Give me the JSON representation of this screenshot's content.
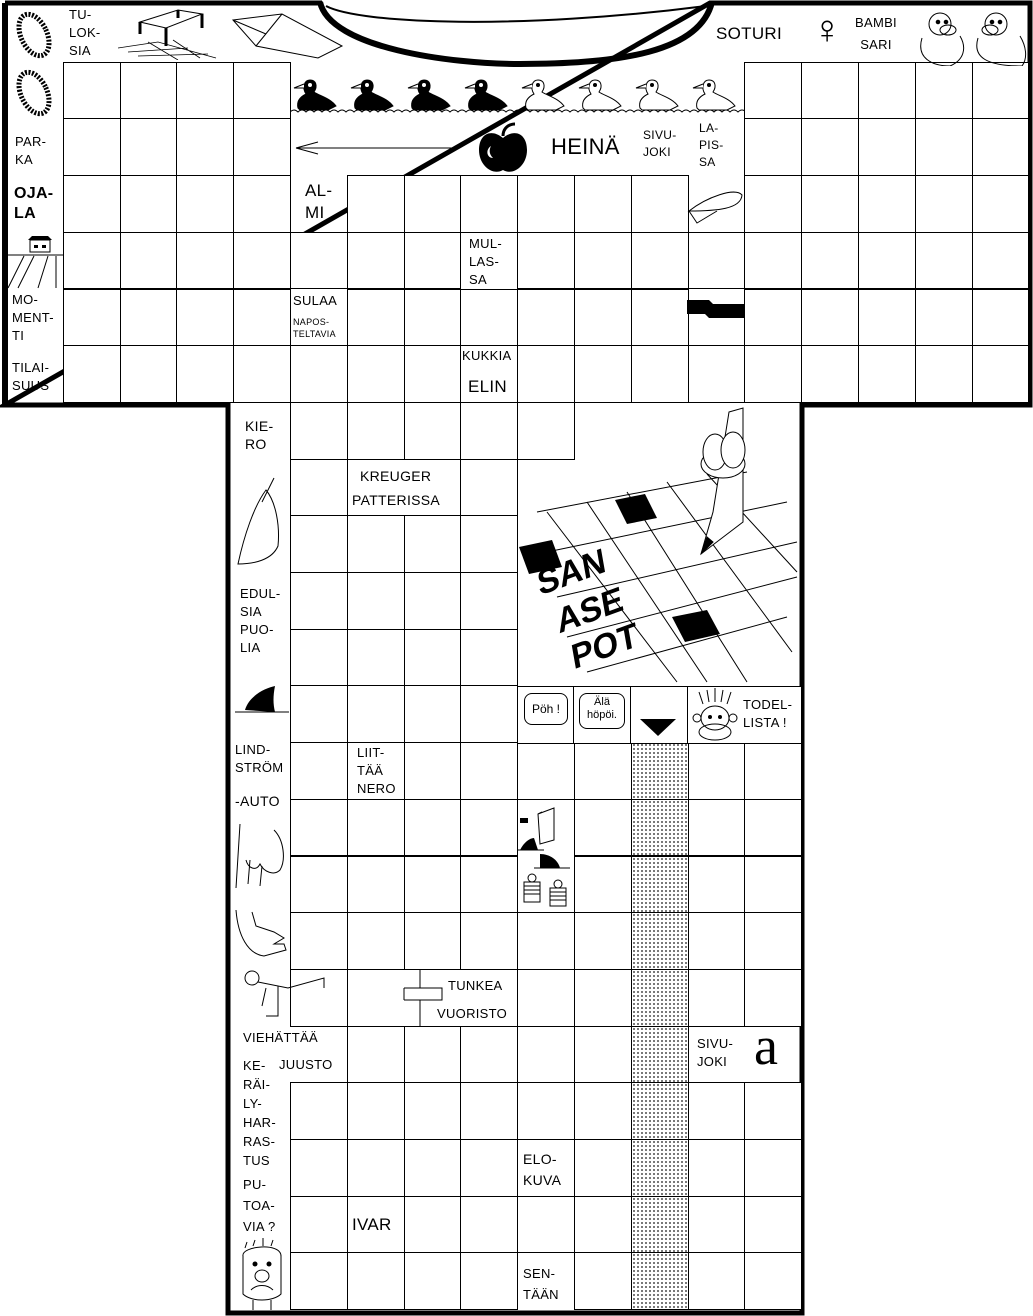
{
  "logo": {
    "name": "SANASEPOT",
    "rows": [
      "SAN",
      "ASE",
      "POT"
    ]
  },
  "clues": {
    "tuloksia": "TU-\nLOK-\nSIA",
    "parka": "PAR-\nKA",
    "ojala": "OJA-\nLA",
    "momentti": "MO-\nMENT-\nTI",
    "tilaisuus": "TILAI-\nSUUS",
    "soturi": "SOTURI",
    "bambi_sari": "BAMBI\nSARI",
    "heina": "HEINÄ",
    "sivujoki_top": "SIVU-\nJOKI",
    "lapissa": "LA-\nPIS-\nSA",
    "almi": "AL-\nMI",
    "mullassa": "MUL-\nLAS-\nSA",
    "sulaa": "SULAA",
    "napostelta": "NAPOS-\nTELTAVIA",
    "kukkia": "KUKKIA",
    "elin": "ELIN",
    "kiero": "KIE-\nRO",
    "kreuger": "KREUGER",
    "patterissa": "PATTERISSA",
    "edulsia": "EDUL-\nSIA\nPUO-\nLIA",
    "poh": "Pöh !",
    "ala_hopoi": "Älä\nhöpöi.",
    "todellista": "TODEL-\nLISTA !",
    "lindstrom": "LIND-\nSTRÖM",
    "auto": "-AUTO",
    "liittaa": "LIIT-\nTÄÄ",
    "nero": "NERO",
    "tunkea": "TUNKEA",
    "vuoristo": "VUORISTO",
    "viehattaa": "VIEHÄTTÄÄ",
    "kerailyharrastus": "KE-\nRÄI-\nLY-\nHAR-\nRAS-\nTUS",
    "juusto": "JUUSTO",
    "sivujoki_bottom": "SIVU-\nJOKI",
    "letter_a": "a",
    "elokuva": "ELO-\nKUVA",
    "putoavia": "PU-\nTOA-\nVIA ?",
    "ivar": "IVAR",
    "sentaan": "SEN-\nTÄÄN",
    "female_symbol": "♀"
  },
  "ducks": {
    "filled": 4,
    "outlined": 4
  }
}
